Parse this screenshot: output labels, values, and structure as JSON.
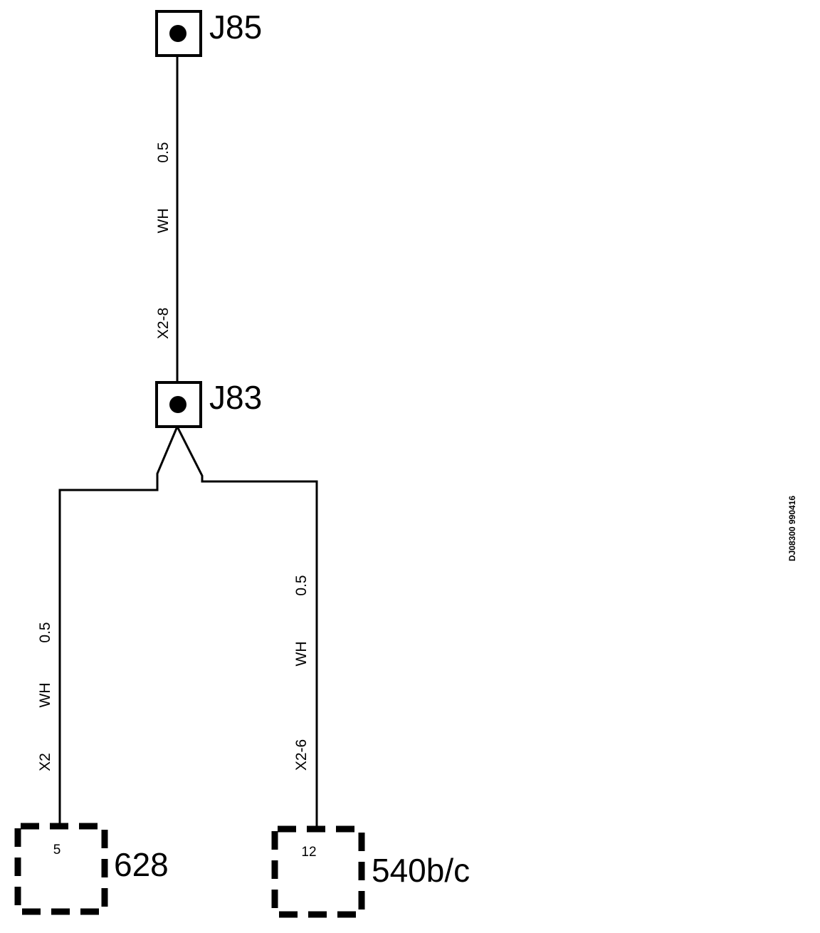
{
  "splices": {
    "top": {
      "label": "J85"
    },
    "middle": {
      "label": "J83"
    }
  },
  "wires": {
    "main": {
      "size": "0.5",
      "color": "WH",
      "connector": "X2-8"
    },
    "left": {
      "size": "0.5",
      "color": "WH",
      "connector": "X2"
    },
    "right": {
      "size": "0.5",
      "color": "WH",
      "connector": "X2-6"
    }
  },
  "components": {
    "left": {
      "pin": "5",
      "id": "628"
    },
    "right": {
      "pin": "12",
      "id": "540b/c"
    }
  },
  "drawing_ref": "DJ08300 990416"
}
